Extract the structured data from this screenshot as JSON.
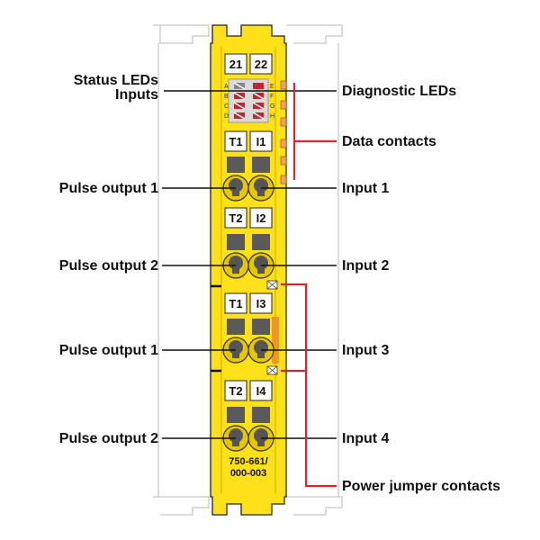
{
  "module": {
    "model_line1": "750-661/",
    "model_line2": "000-003",
    "terminal_numbers": [
      "21",
      "22"
    ],
    "led_letters_left": [
      "A",
      "B",
      "C",
      "D"
    ],
    "led_letters_right": [
      "E",
      "F",
      "G",
      "H"
    ],
    "channel_labels": [
      [
        "T1",
        "I1"
      ],
      [
        "T2",
        "I2"
      ],
      [
        "T1",
        "I3"
      ],
      [
        "T2",
        "I4"
      ]
    ]
  },
  "labels": {
    "status_leds": "Status LEDs",
    "inputs": "Inputs",
    "diagnostic_leds": "Diagnostic LEDs",
    "data_contacts": "Data contacts",
    "pulse_output_1a": "Pulse output 1",
    "input_1": "Input 1",
    "pulse_output_2a": "Pulse output 2",
    "input_2": "Input 2",
    "pulse_output_1b": "Pulse output 1",
    "input_3": "Input 3",
    "pulse_output_2b": "Pulse output 2",
    "input_4": "Input 4",
    "power_jumper_contacts": "Power jumper contacts"
  },
  "colors": {
    "module_yellow": "#FFE11A",
    "bracket_red": "#D8262E",
    "contact_orange": "#F0A45A",
    "gray_block": "#5A5A5A"
  }
}
